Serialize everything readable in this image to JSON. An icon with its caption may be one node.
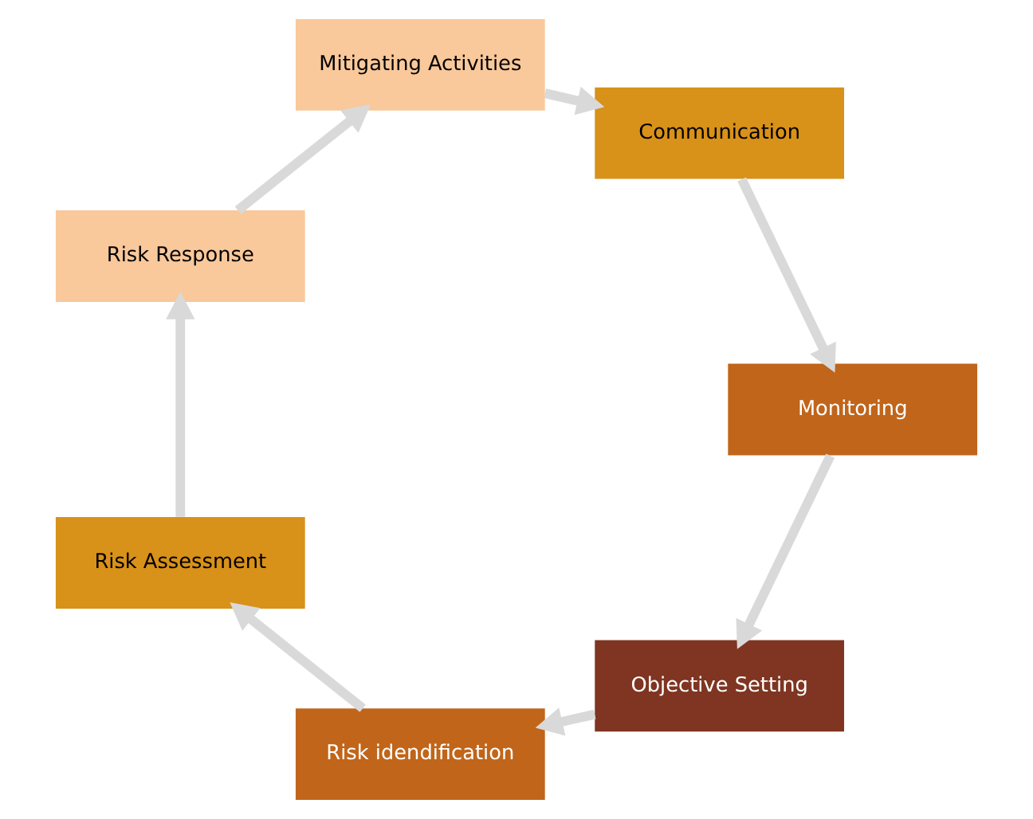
{
  "diagram": {
    "nodes": [
      {
        "text": [
          "Objective Setting"
        ]
      },
      {
        "text": [
          "Risk idendification"
        ]
      },
      {
        "text": [
          "Risk Assessment"
        ]
      },
      {
        "text": [
          "Risk Response"
        ]
      },
      {
        "text": [
          "Mitigating Activities"
        ]
      },
      {
        "text": [
          "Communication"
        ]
      },
      {
        "text": [
          "Monitoring"
        ]
      }
    ],
    "edges": [
      {
        "from": 0,
        "to": 1,
        "arrow": "to"
      },
      {
        "from": 1,
        "to": 2,
        "arrow": "to"
      },
      {
        "from": 2,
        "to": 3,
        "arrow": "to"
      },
      {
        "from": 3,
        "to": 4,
        "arrow": "to"
      },
      {
        "from": 4,
        "to": 5,
        "arrow": "to"
      },
      {
        "from": 5,
        "to": 6,
        "arrow": "to"
      },
      {
        "from": 6,
        "to": 0,
        "arrow": "to"
      }
    ]
  }
}
